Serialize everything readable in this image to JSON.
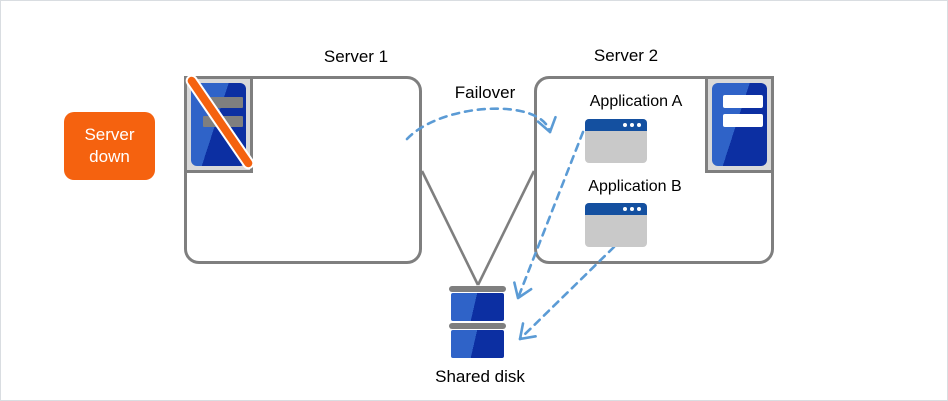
{
  "labels": {
    "server1": "Server 1",
    "server2": "Server 2",
    "failover": "Failover",
    "shared_disk": "Shared disk"
  },
  "badge": {
    "line1": "Server",
    "line2": "down"
  },
  "applications": [
    {
      "label": "Application A"
    },
    {
      "label": "Application B"
    }
  ],
  "colors": {
    "badge_orange": "#f5620f",
    "slash_orange": "#f5620f",
    "arrow_blue": "#5b9bd5",
    "connector_gray": "#7f7f7f",
    "box_border_gray": "#7f7f7f",
    "icon_frame_gray": "#d9d9d9",
    "server_blue_light": "#2f63c8",
    "server_blue_dark": "#0c2fa2",
    "window_titlebar_blue": "#1450a0",
    "window_body_gray": "#c9c9c9",
    "text": "#000000"
  }
}
